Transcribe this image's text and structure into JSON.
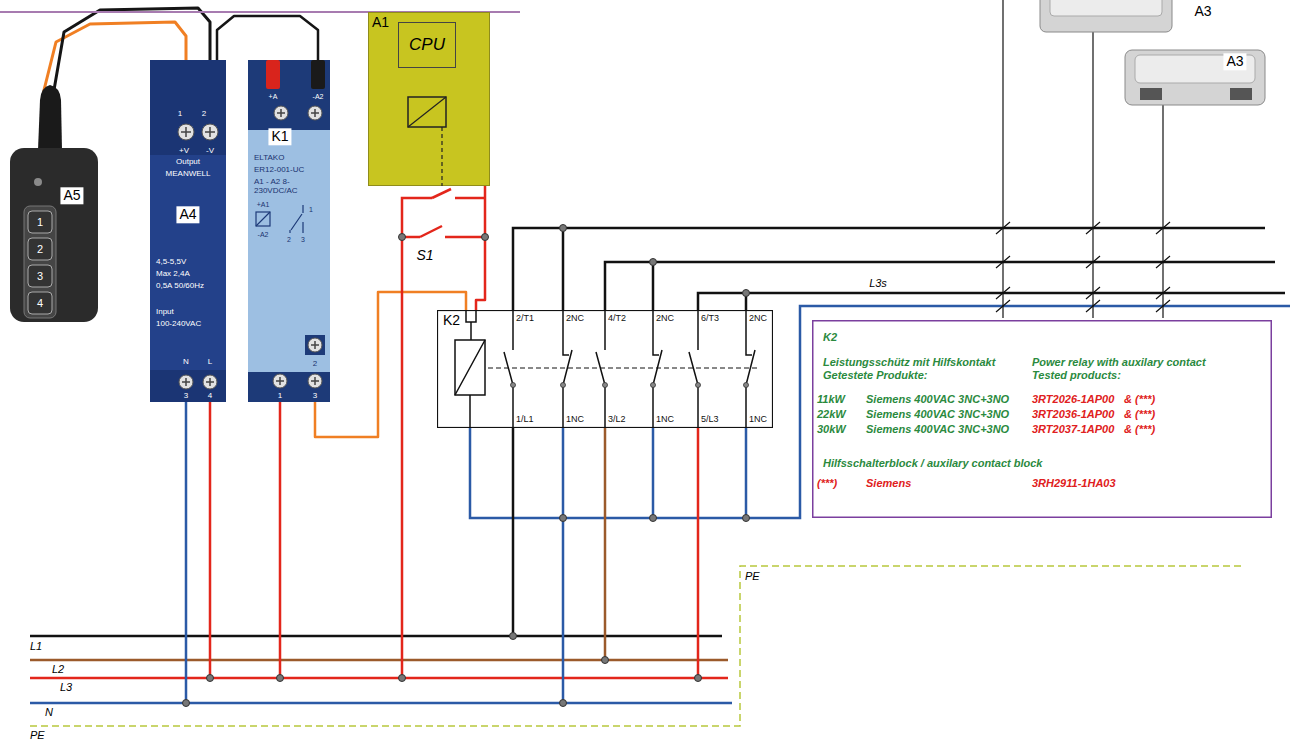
{
  "diagram": {
    "nodes": [
      {
        "text": [
          "A5",
          "1",
          "2",
          "3",
          "4"
        ]
      },
      {
        "text": [
          "1",
          "2",
          "+V",
          "-V",
          "Output",
          "MEANWELL",
          "A4",
          "4,5-5,5V",
          "Max 2,4A",
          "0,5A 50/60Hz",
          "Input",
          "100-240VAC",
          "N",
          "L",
          "3",
          "4"
        ]
      },
      {
        "text": [
          "+A",
          "-A2",
          "K1",
          "ELTAKO",
          "ER12-001-UC",
          "A1 - A2 8- 230VDC/AC",
          "+A1",
          "-A2",
          "1",
          "2",
          "3",
          "2",
          "1",
          "3"
        ]
      },
      {
        "text": [
          "A1"
        ]
      },
      {
        "text": [
          "CPU"
        ],
        "in": 3
      },
      {
        "text": [
          "K2",
          "2/T1",
          "2NC",
          "4/T2",
          "2NC",
          "6/T3",
          "2NC",
          "1/L1",
          "1NC",
          "3/L2",
          "1NC",
          "5/L3",
          "1NC"
        ]
      },
      {
        "text": [
          "K2",
          "Leistungsschütz mit Hilfskontakt",
          "Getestete Produkte:",
          "Power relay with auxilary contact",
          "Tested products:",
          "11kW",
          "Siemens 400VAC 3NC+3NO",
          "3RT2026-1AP00",
          "& (***)",
          "22kW",
          "Siemens 400VAC 3NC+3NO",
          "3RT2036-1AP00",
          "& (***)",
          "30kW",
          "Siemens 400VAC 3NC+3NO",
          "3RT2037-1AP00",
          "& (***)",
          "Hilfsschalterblock / auxilary contact block",
          "(***)",
          "Siemens",
          "3RH2911-1HA03"
        ]
      }
    ],
    "edges": [
      {
        "from": 0,
        "to": 1,
        "arrow": "none"
      },
      {
        "from": 0,
        "to": 1,
        "arrow": "none"
      },
      {
        "from": 1,
        "to": 2,
        "arrow": "none"
      },
      {
        "from": 2,
        "to": 5,
        "arrow": "none"
      },
      {
        "from": 3,
        "to": 5,
        "arrow": "none"
      }
    ],
    "labels": [
      "A3",
      "A3",
      "S1",
      "L3s",
      "L1",
      "L2",
      "L3",
      "N",
      "PE",
      "PE"
    ]
  }
}
